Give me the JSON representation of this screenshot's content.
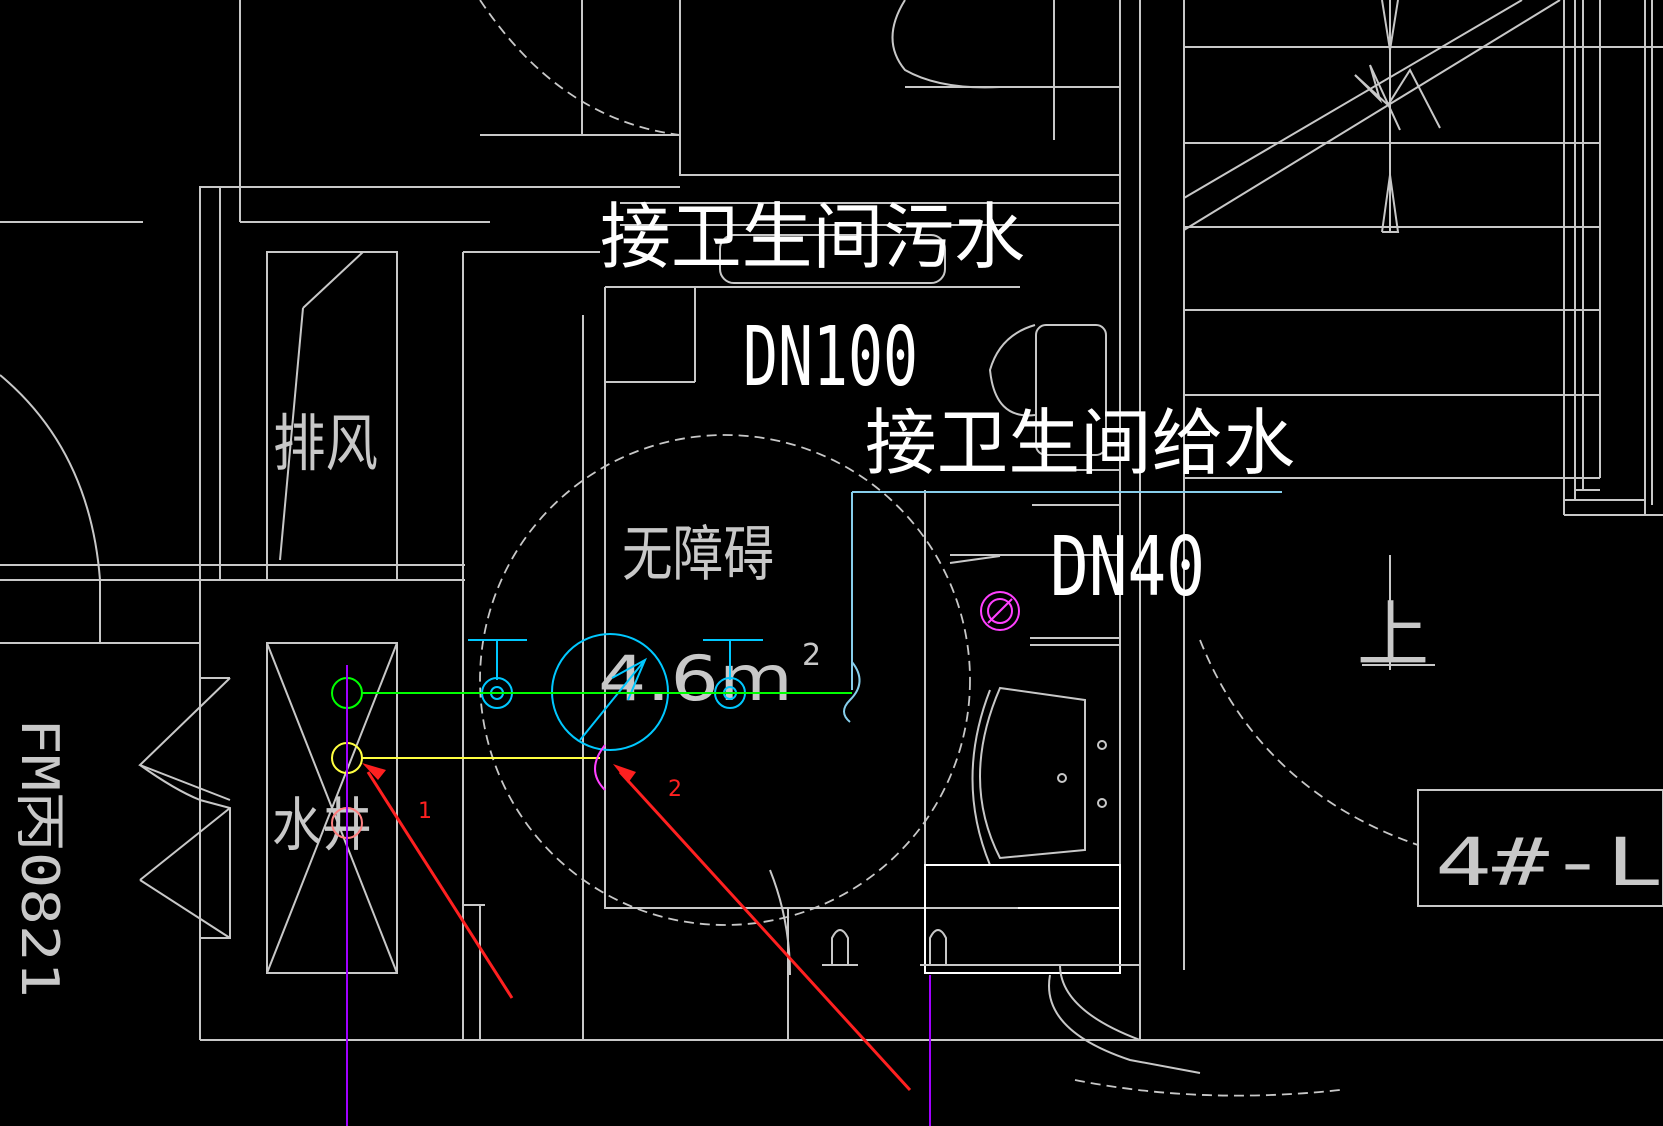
{
  "drawing": {
    "background": "#000000",
    "colors": {
      "wall_line": "#c8c8c8",
      "sewage_label": "#ffffff",
      "supply_pipe": "#87ceeb",
      "equipment_cyan": "#00c8ff",
      "green_pipe": "#00ff00",
      "yellow_pipe": "#ffff40",
      "riser_purple": "#a000ff",
      "magenta_drain": "#ff40ff",
      "red_marker": "#ff2020",
      "pink_circle": "#ff8080"
    },
    "labels": {
      "sewage_connection": "接卫生间污水",
      "sewage_size": "DN100",
      "supply_connection": "接卫生间给水",
      "supply_size": "DN40",
      "exhaust_shaft": "排风",
      "accessible": "无障碍",
      "area": "4.6m",
      "area_superscript": "2",
      "water_shaft": "水井",
      "door_tag": "FM丙0821",
      "stair_up": "上",
      "room_tag": "4#-L"
    },
    "markers": {
      "marker_1": "1",
      "marker_2": "2"
    }
  }
}
